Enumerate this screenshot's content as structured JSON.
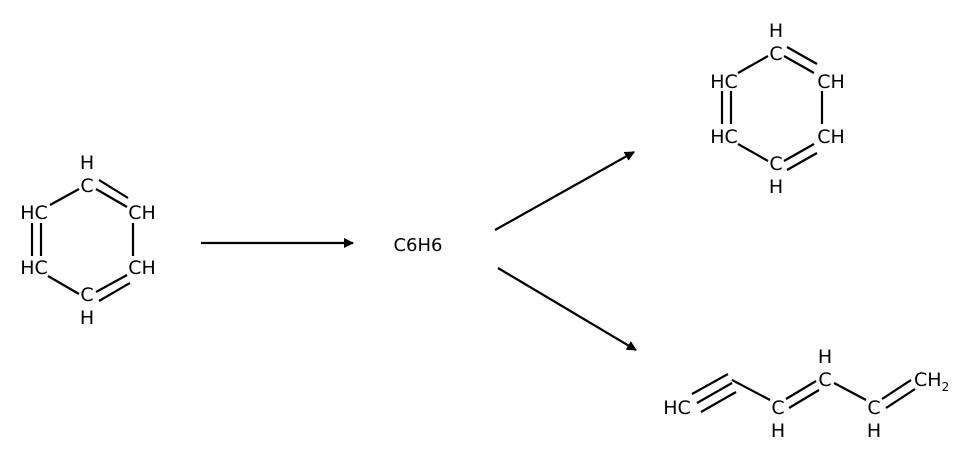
{
  "reactant": {
    "atoms": [
      "H",
      "C",
      "HC",
      "CH",
      "HC",
      "CH",
      "C",
      "H"
    ]
  },
  "intermediate": {
    "formula": "C6H6"
  },
  "product_top": {
    "atoms": [
      "H",
      "C",
      "HC",
      "CH",
      "HC",
      "CH",
      "C",
      "H"
    ]
  },
  "product_bottom": {
    "atoms": [
      "HC",
      "H",
      "C",
      "C",
      "H",
      "C",
      "H",
      "CH",
      "2"
    ]
  }
}
